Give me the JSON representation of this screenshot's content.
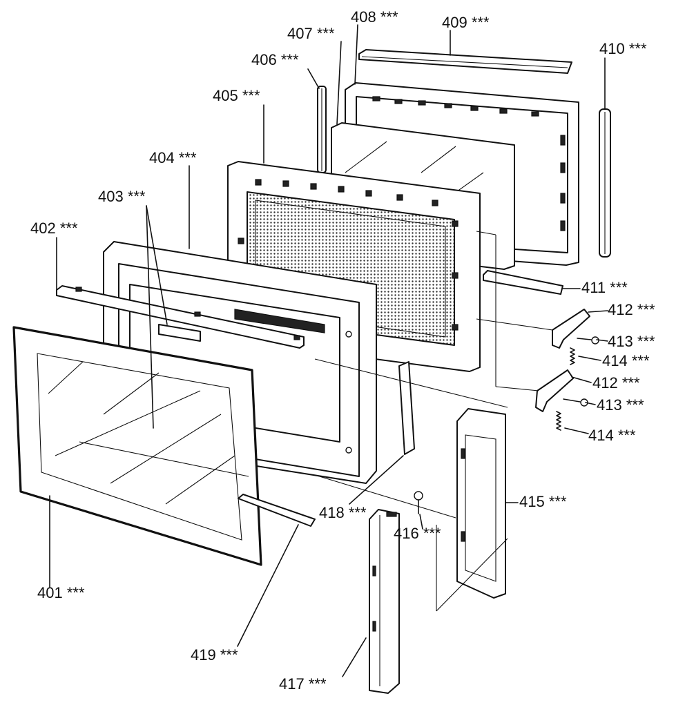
{
  "labels": {
    "p401": "401 ***",
    "p402": "402 ***",
    "p403": "403 ***",
    "p404": "404 ***",
    "p405": "405 ***",
    "p406": "406 ***",
    "p407": "407 ***",
    "p408": "408 ***",
    "p409": "409 ***",
    "p410": "410 ***",
    "p411": "411 ***",
    "p412a": "412 ***",
    "p413a": "413 ***",
    "p414a": "414 ***",
    "p412b": "412 ***",
    "p413b": "413 ***",
    "p414b": "414 ***",
    "p415": "415 ***",
    "p416": "416 ***",
    "p417": "417 ***",
    "p418": "418 ***",
    "p419": "419 ***"
  }
}
